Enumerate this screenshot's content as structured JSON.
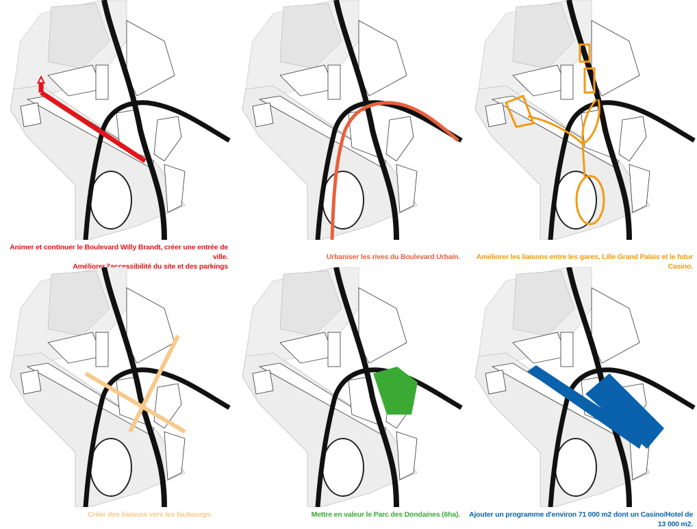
{
  "colors": {
    "red": "#e0161b",
    "coral": "#e8603c",
    "orange": "#f39a12",
    "peach": "#f7c98b",
    "green": "#3aaa35",
    "blue": "#0a62ad"
  },
  "panels": [
    {
      "caption": [
        "Animer et continuer le Boulevard Willy Brandt, créer une entrée de ville.",
        "Améliorer l'accessibilité du site et des parkings"
      ]
    },
    {
      "caption": [
        "Urbaniser les rives du Boulevard Urbain."
      ]
    },
    {
      "caption": [
        "Améliorer les liaisons entre les gares, Lille Grand Palais et le futur Casino."
      ]
    },
    {
      "caption": [
        "Créer des liaisons vers les faubourgs."
      ]
    },
    {
      "caption": [
        "Mettre en valeur le Parc des Dondaines (6ha)."
      ]
    },
    {
      "caption": [
        "Ajouter un programme d'environ 71 000 m2 dont un Casino/Hotel de 13 000 m2."
      ]
    }
  ]
}
